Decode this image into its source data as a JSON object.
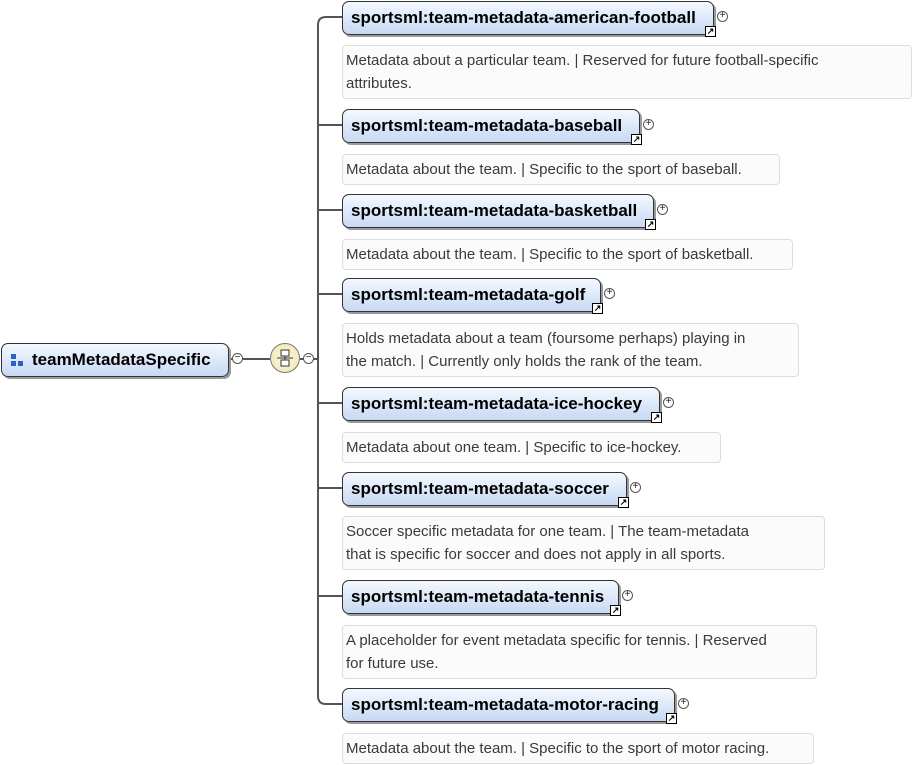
{
  "root": {
    "label": "teamMetadataSpecific",
    "icon": "element-icon"
  },
  "compositor": {
    "type": "choice",
    "icon": "choice-compositor-icon"
  },
  "children": [
    {
      "label": "sportsml:team-metadata-american-football",
      "doc_lines": [
        "Metadata about a particular team. | Reserved for future football-specific",
        "attributes."
      ]
    },
    {
      "label": "sportsml:team-metadata-baseball",
      "doc_lines": [
        "Metadata about the team. | Specific to the sport of baseball."
      ]
    },
    {
      "label": "sportsml:team-metadata-basketball",
      "doc_lines": [
        "Metadata about the team. | Specific to the sport of basketball."
      ]
    },
    {
      "label": "sportsml:team-metadata-golf",
      "doc_lines": [
        "Holds metadata about a team (foursome perhaps) playing in",
        "the match. | Currently only holds the rank of the team."
      ]
    },
    {
      "label": "sportsml:team-metadata-ice-hockey",
      "doc_lines": [
        "Metadata about one team. | Specific to ice-hockey."
      ]
    },
    {
      "label": "sportsml:team-metadata-soccer",
      "doc_lines": [
        "Soccer specific metadata for one team. | The team-metadata",
        "that is specific for soccer and does not apply in all sports."
      ]
    },
    {
      "label": "sportsml:team-metadata-tennis",
      "doc_lines": [
        "A placeholder for event metadata specific for tennis. | Reserved",
        "for future use."
      ]
    },
    {
      "label": "sportsml:team-metadata-motor-racing",
      "doc_lines": [
        "Metadata about the team. | Specific to the sport of motor racing."
      ]
    }
  ],
  "colors": {
    "node_fill": "#c7d9f3",
    "node_border": "#333333",
    "connector": "#555555",
    "compositor_fill": "#efe0a6"
  }
}
